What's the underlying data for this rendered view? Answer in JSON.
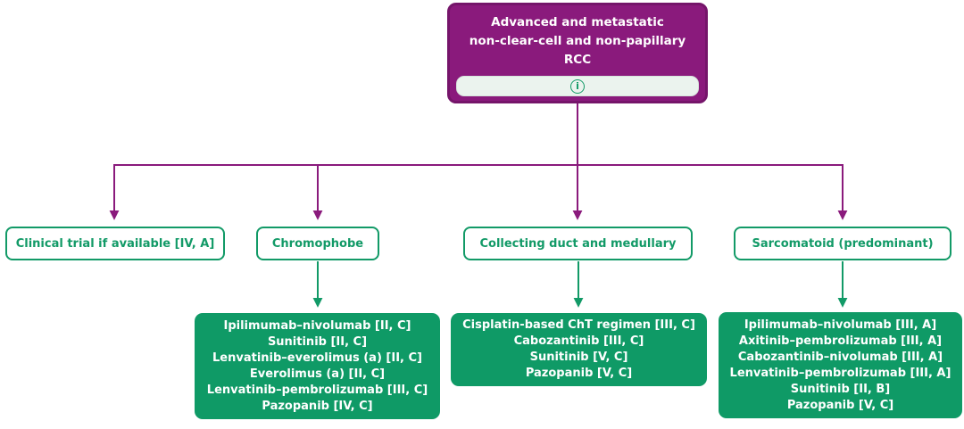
{
  "colors": {
    "purple": "#8A1A7C",
    "purple_border": "#75156A",
    "green": "#0F9A66",
    "green_border": "#129A67",
    "info_strip_bg": "#EBF3EE",
    "white_text": "#FFFFFF"
  },
  "root": {
    "title_lines": {
      "0": "Advanced and metastatic",
      "1": "non-clear-cell and non-papillary",
      "2": "RCC"
    },
    "info_icon": {
      "name": "info-icon",
      "glyph": "i"
    }
  },
  "branches": {
    "0": {
      "label": "Clinical trial if available [IV, A]"
    },
    "1": {
      "label": "Chromophobe",
      "treatments": {
        "0": "Ipilimumab–nivolumab [II, C]",
        "1": "Sunitinib [II, C]",
        "2": "Lenvatinib–everolimus (a) [II, C]",
        "3": "Everolimus (a) [II, C]",
        "4": "Lenvatinib–pembrolizumab [III, C]",
        "5": "Pazopanib [IV, C]"
      }
    },
    "2": {
      "label": "Collecting duct and medullary",
      "treatments": {
        "0": "Cisplatin-based ChT regimen [III, C]",
        "1": "Cabozantinib [III, C]",
        "2": "Sunitinib [V, C]",
        "3": "Pazopanib [V, C]"
      }
    },
    "3": {
      "label": "Sarcomatoid (predominant)",
      "treatments": {
        "0": "Ipilimumab–nivolumab [III, A]",
        "1": "Axitinib–pembrolizumab [III, A]",
        "2": "Cabozantinib–nivolumab [III, A]",
        "3": "Lenvatinib–pembrolizumab [III, A]",
        "4": "Sunitinib [II, B]",
        "5": "Pazopanib [V, C]"
      }
    }
  }
}
